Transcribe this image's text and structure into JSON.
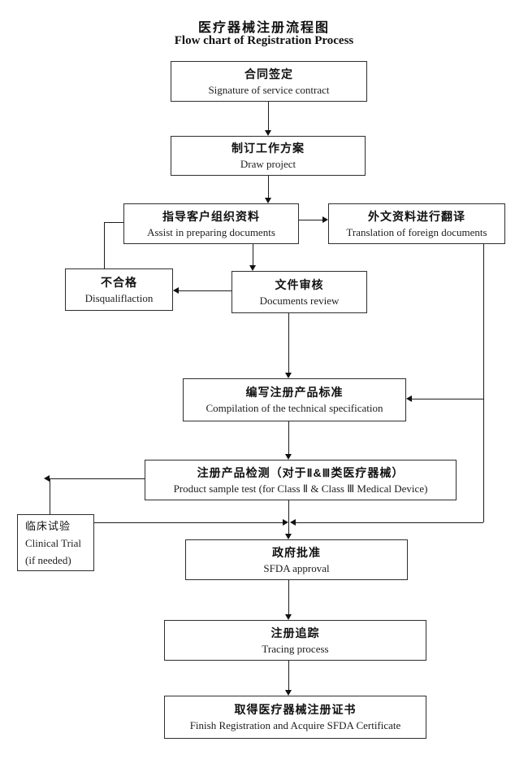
{
  "page": {
    "background_color": "#ffffff",
    "line_color": "#1c1c1c",
    "text_color": "#111111"
  },
  "title": {
    "zh": "医疗器械注册流程图",
    "en": "Flow chart of Registration Process"
  },
  "nodes": {
    "contract": {
      "zh": "合同签定",
      "en": "Signature of service contract"
    },
    "project": {
      "zh": "制订工作方案",
      "en": "Draw project"
    },
    "assist": {
      "zh": "指导客户组织资料",
      "en": "Assist in preparing documents"
    },
    "translation": {
      "zh": "外文资料进行翻译",
      "en": "Translation of foreign documents"
    },
    "disqualification": {
      "zh": "不合格",
      "en": "Disqualiflaction"
    },
    "review": {
      "zh": "文件审核",
      "en": "Documents review"
    },
    "specification": {
      "zh": "编写注册产品标准",
      "en": "Compilation of the technical specification"
    },
    "sample_test": {
      "zh": "注册产品检测（对于Ⅱ&Ⅲ类医疗器械）",
      "en": "Product sample test (for Class Ⅱ & Class Ⅲ Medical Device)"
    },
    "clinical": {
      "zh": "临床试验",
      "en": "Clinical Trial",
      "note": "(if needed)"
    },
    "approval": {
      "zh": "政府批准",
      "en": "SFDA approval"
    },
    "tracing": {
      "zh": "注册追踪",
      "en": "Tracing process"
    },
    "certificate": {
      "zh": "取得医疗器械注册证书",
      "en": "Finish Registration and Acquire SFDA Certificate"
    }
  },
  "edges": [
    {
      "from": "contract",
      "to": "project"
    },
    {
      "from": "project",
      "to": "assist"
    },
    {
      "from": "assist",
      "to": "translation"
    },
    {
      "from": "assist",
      "to": "review"
    },
    {
      "from": "review",
      "to": "disqualification"
    },
    {
      "from": "disqualification",
      "to": "assist"
    },
    {
      "from": "review",
      "to": "specification"
    },
    {
      "from": "translation",
      "to": "specification"
    },
    {
      "from": "specification",
      "to": "sample_test"
    },
    {
      "from": "sample_test",
      "to": "clinical"
    },
    {
      "from": "clinical",
      "to": "approval"
    },
    {
      "from": "translation",
      "to": "approval"
    },
    {
      "from": "sample_test",
      "to": "approval"
    },
    {
      "from": "approval",
      "to": "tracing"
    },
    {
      "from": "tracing",
      "to": "certificate"
    }
  ]
}
